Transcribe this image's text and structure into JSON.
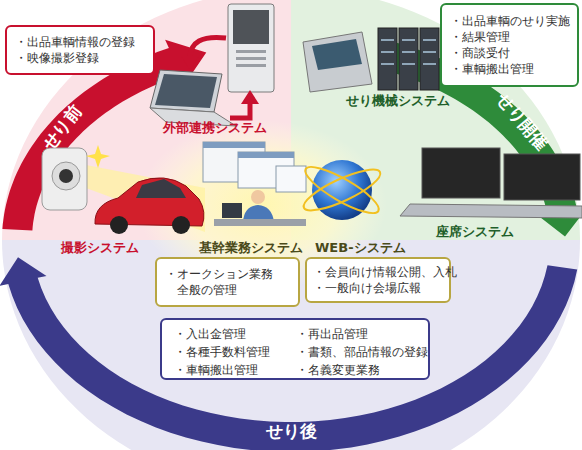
{
  "diagram": {
    "nodes": [
      {
        "text": [
          "・出品車輌情報の登録",
          "・映像撮影登録"
        ]
      },
      {
        "text": [
          "・出品車輌のせり実施",
          "・結果管理",
          "・商談受付",
          "・車輌搬出管理"
        ]
      },
      {
        "text": [
          "基幹業務システム",
          "・オークション業務 全般の管理"
        ]
      },
      {
        "text": [
          "WEB-システム",
          "・会員向け情報公開、入札",
          "・一般向け会場広報"
        ]
      },
      {
        "text": [
          "・入出金管理",
          "・各種手数料管理",
          "・車輌搬出管理",
          "・再出品管理",
          "・書類、部品情報の登録",
          "・名義変更業務"
        ]
      }
    ],
    "labels": [
      "外部連携システム",
      "せり機械システム",
      "撮影システム",
      "座席システム",
      "せり前",
      "せり開催",
      "せり後"
    ]
  }
}
